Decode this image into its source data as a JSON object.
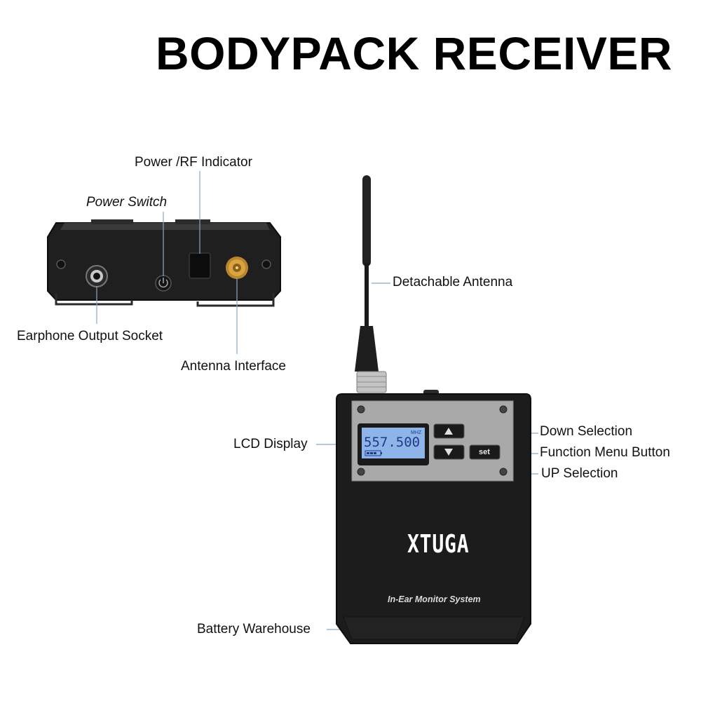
{
  "title": "BODYPACK RECEIVER",
  "callouts": {
    "power_rf_indicator": "Power /RF Indicator",
    "power_switch": "Power Switch",
    "earphone_output_socket": "Earphone Output Socket",
    "antenna_interface": "Antenna Interface",
    "detachable_antenna": "Detachable Antenna",
    "lcd_display": "LCD Display",
    "down_selection": "Down Selection",
    "function_menu_button": "Function Menu Button",
    "up_selection": "UP Selection",
    "battery_warehouse": "Battery Warehouse"
  },
  "device": {
    "lcd_frequency": "557.500",
    "lcd_unit": "MHZ",
    "set_button_label": "set",
    "brand": "XTUGA",
    "tagline": "In-Ear Monitor System"
  },
  "colors": {
    "body": "#1c1c1c",
    "faceplate": "#a9a9a9",
    "lcd_screen": "#8fb4ea",
    "antenna_connector": "#d9a441",
    "leader_line": "#8aa6c8"
  }
}
